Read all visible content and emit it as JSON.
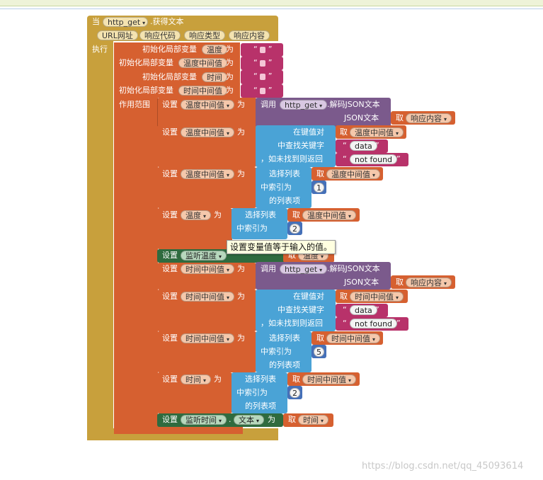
{
  "event": {
    "when": "当",
    "component": "http_get",
    "event_name": ".获得文本",
    "params": [
      "URL网址",
      "响应代码",
      "响应类型",
      "响应内容"
    ],
    "do": "执行"
  },
  "locals": {
    "init_label": "初始化局部变量",
    "as": "为",
    "vars": [
      "温度",
      "温度中间值",
      "时间",
      "时间中间值"
    ],
    "scope": "作用范围"
  },
  "set_label": "设置",
  "as_label": "为",
  "get_label": "取",
  "call_label": "调用",
  "decode_method": ".解码JSON文本",
  "json_text_label": "JSON文本",
  "response_content": "响应内容",
  "lookup": {
    "in_pairs": "在键值对",
    "find_key": "中查找关键字",
    "if_not_found": "，如未找到则返回",
    "key": "data",
    "not_found": "not found"
  },
  "select_list": {
    "select": "选择列表",
    "index": "中索引为",
    "item": "的列表项"
  },
  "vars": {
    "temp": "温度",
    "temp_mid": "温度中间值",
    "time": "时间",
    "time_mid": "时间中间值"
  },
  "indices": {
    "temp_first": "1",
    "temp_second": "2",
    "time_first": "5",
    "time_second": "2"
  },
  "component_set": {
    "temp_comp": "监听温度",
    "time_comp": "监听时间",
    "prop": "文本",
    "dot": "."
  },
  "tooltip": "设置变量值等于输入的值。",
  "watermark": "https://blog.csdn.net/qq_45093614"
}
